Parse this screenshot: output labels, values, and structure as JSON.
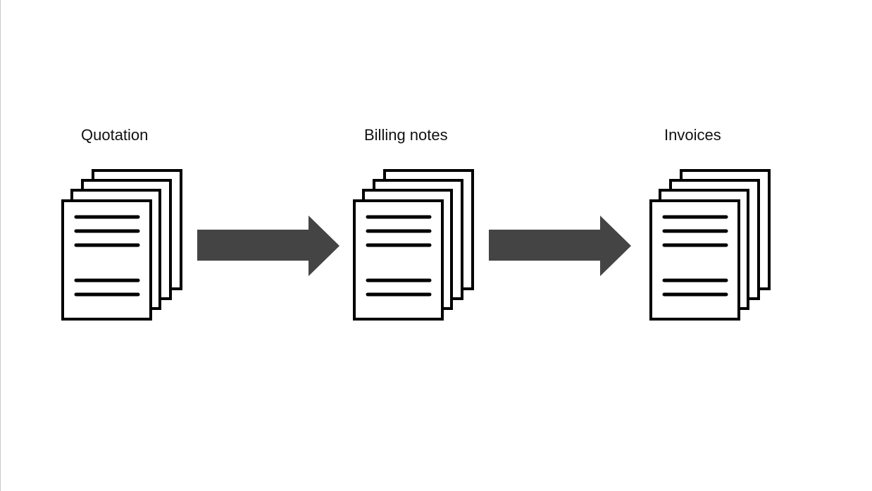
{
  "diagram": {
    "steps": [
      {
        "label": "Quotation",
        "icon": "document-stack-icon"
      },
      {
        "label": "Billing notes",
        "icon": "document-stack-icon"
      },
      {
        "label": "Invoices",
        "icon": "document-stack-icon"
      }
    ],
    "connectors": [
      {
        "icon": "right-arrow-icon"
      },
      {
        "icon": "right-arrow-icon"
      }
    ]
  },
  "colors": {
    "arrow_fill": "#444444",
    "doc_stroke": "#000000",
    "doc_fill": "#ffffff"
  }
}
